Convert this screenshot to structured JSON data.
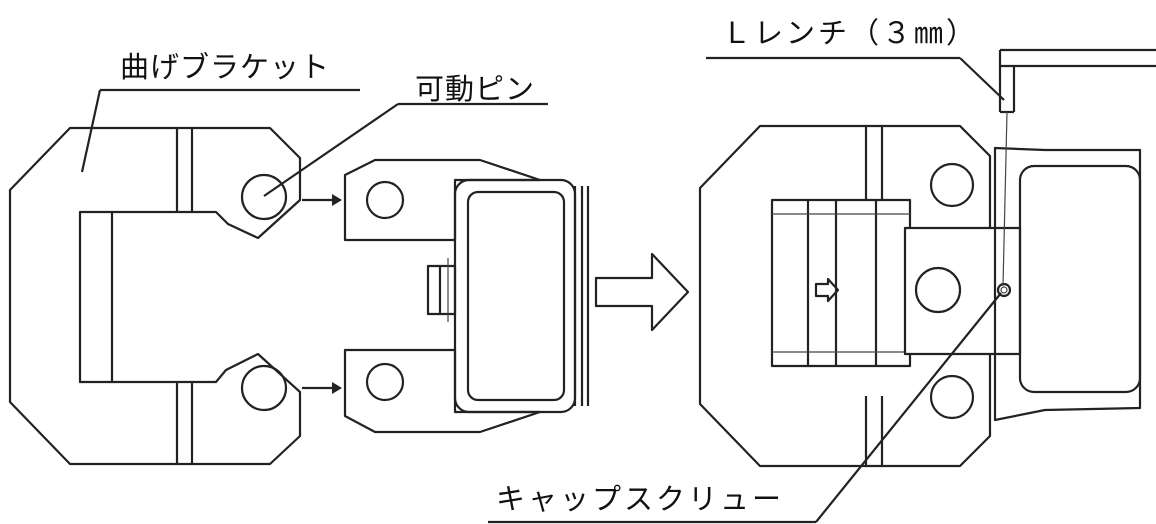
{
  "labels": {
    "bent_bracket": "曲げブラケット",
    "movable_pin": "可動ピン",
    "l_wrench": "Ｌレンチ（３㎜）",
    "cap_screw": "キャップスクリュー"
  },
  "colors": {
    "line": "#222222",
    "background": "#ffffff"
  },
  "icons": [
    "arrow-right-icon",
    "small-arrow-icon"
  ]
}
